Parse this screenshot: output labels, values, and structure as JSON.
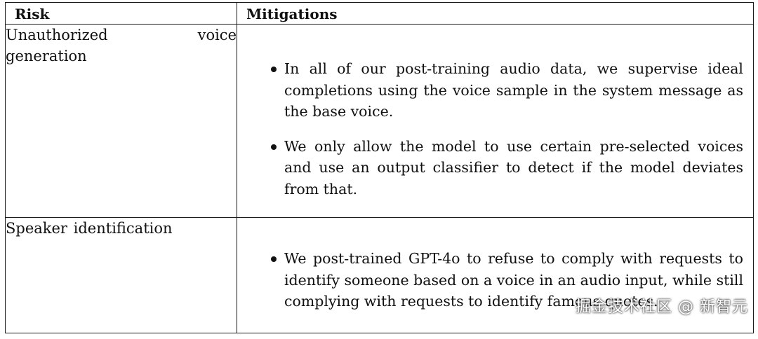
{
  "table": {
    "headers": {
      "risk": "Risk",
      "mitigations": "Mitigations"
    },
    "rows": [
      {
        "risk": "Unauthorized voice generation",
        "mitigations": [
          "In all of our post-training audio data, we supervise ideal completions using the voice sample in the system message as the base voice.",
          "We only allow the model to use certain pre-selected voices and use an output classifier to detect if the model deviates from that."
        ]
      },
      {
        "risk": "Speaker identification",
        "mitigations": [
          "We post-trained GPT-4o to refuse to comply with requests to identify someone based on a voice in an audio input, while still complying with requests to identify famous quotes."
        ]
      }
    ]
  },
  "watermark": {
    "text": "掘金技术社区 @ 新智元",
    "faint_text": "新智元"
  }
}
